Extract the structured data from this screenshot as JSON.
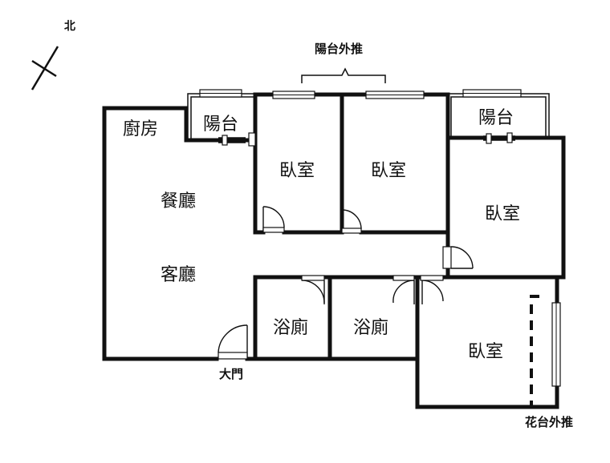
{
  "compass": {
    "north_label": "北",
    "icon": "north-arrow-icon"
  },
  "rooms": {
    "kitchen": "廚房",
    "dining": "餐廳",
    "living": "客廳",
    "balcony_left": "陽台",
    "balcony_right": "陽台",
    "bedroom_1": "臥室",
    "bedroom_2": "臥室",
    "bedroom_3": "臥室",
    "bedroom_4": "臥室",
    "bath_1": "浴廁",
    "bath_2": "浴廁"
  },
  "notes": {
    "balcony_extension": "陽台外推",
    "main_door": "大門",
    "planter_extension": "花台外推"
  },
  "colors": {
    "wall": "#111111",
    "background": "#ffffff"
  }
}
